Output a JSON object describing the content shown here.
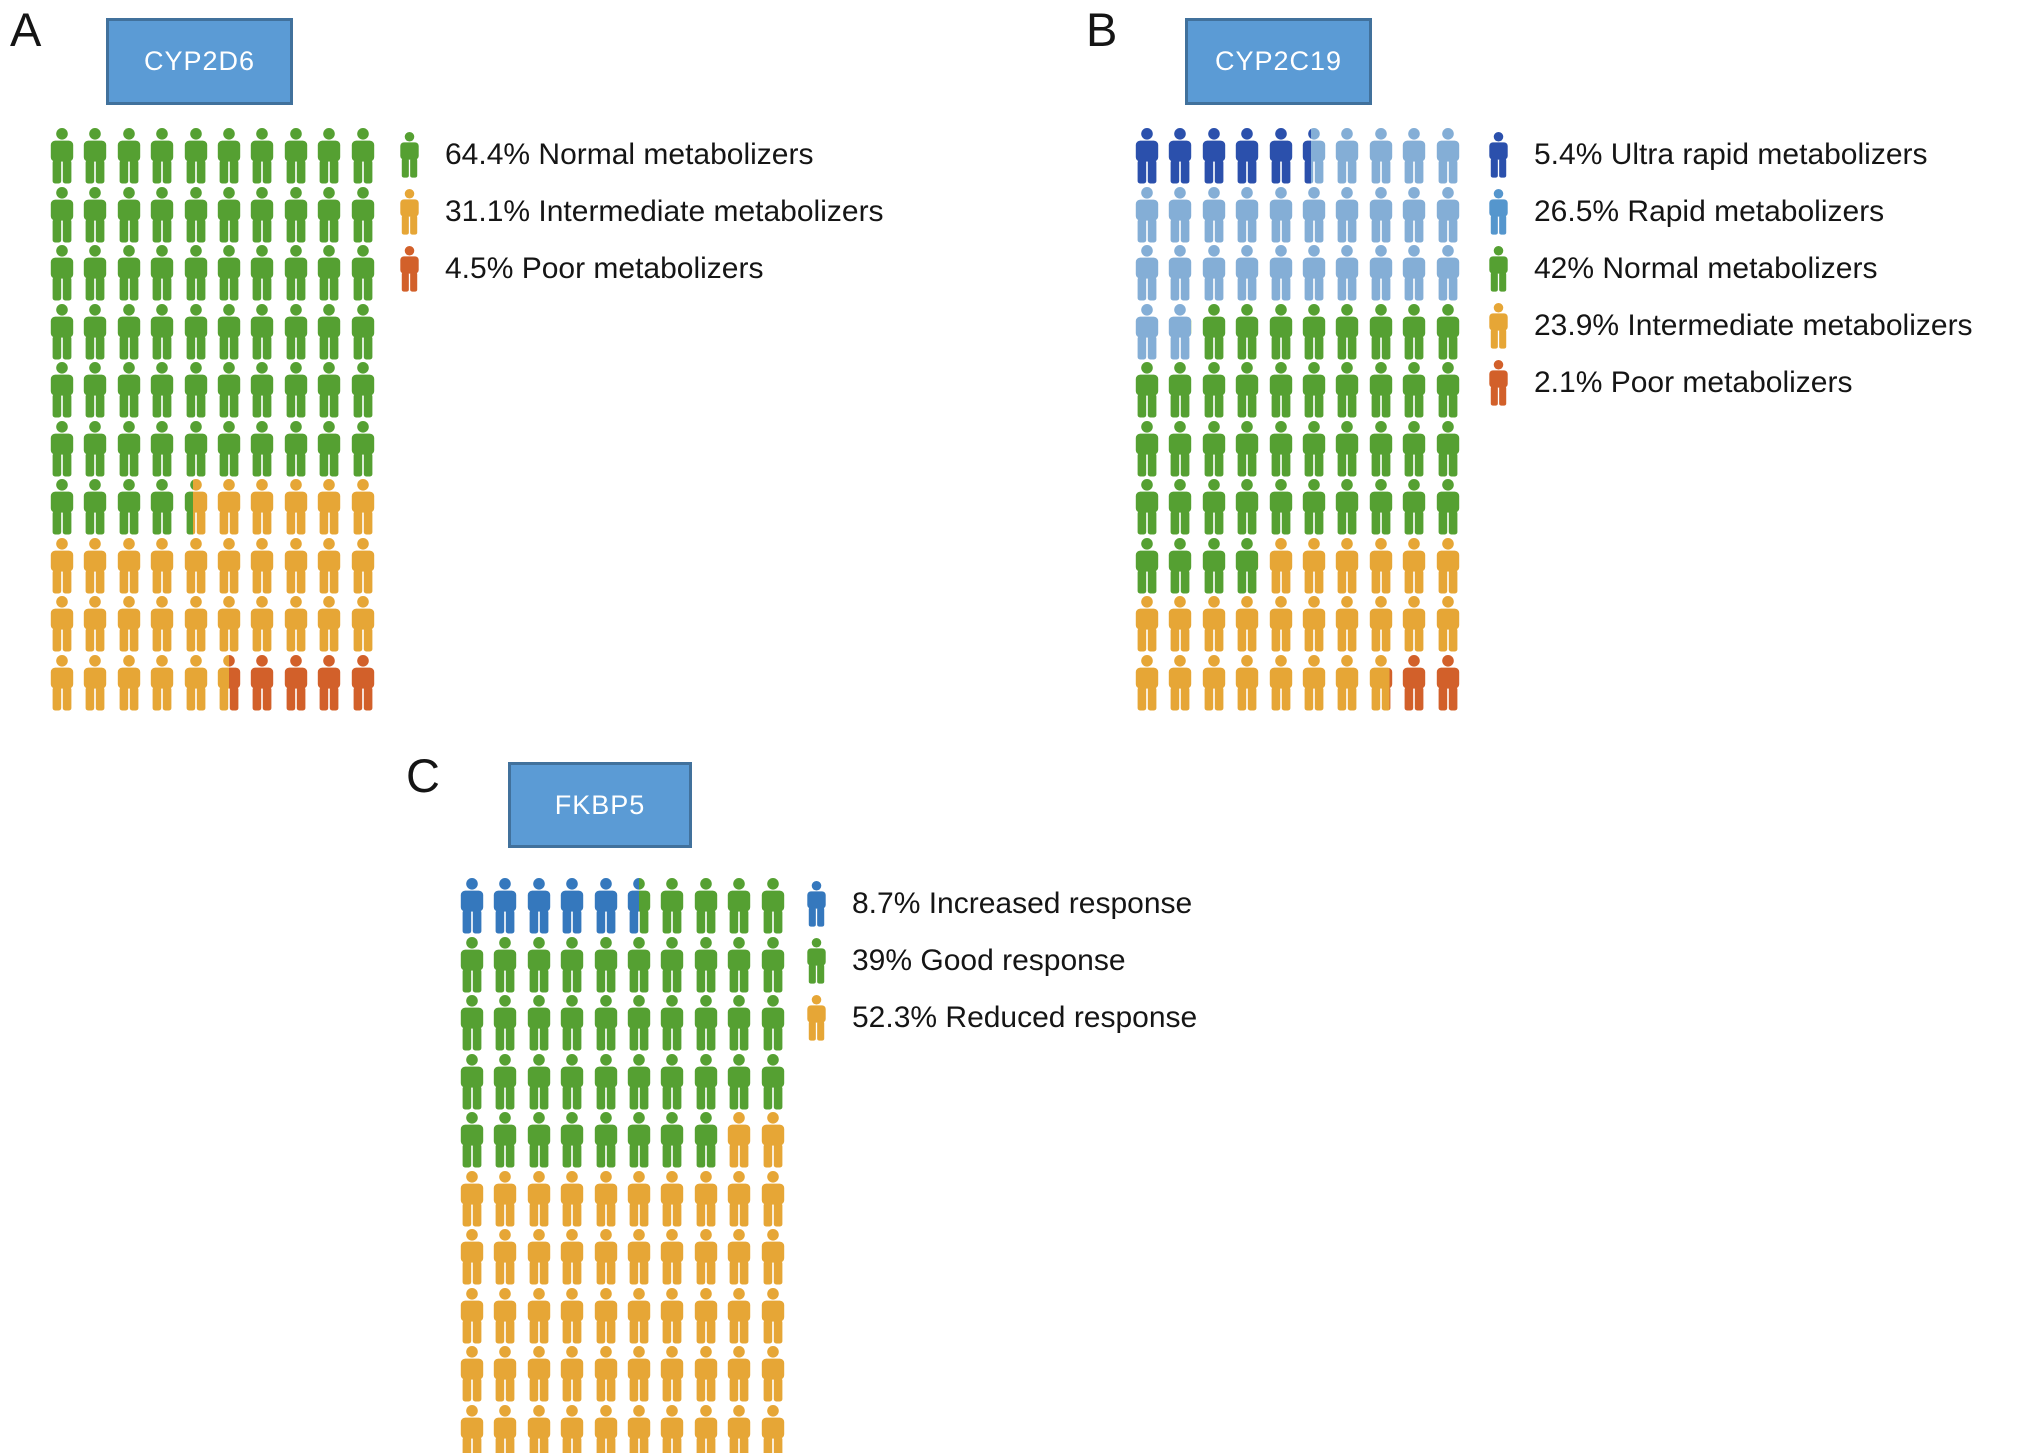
{
  "figure": {
    "background": "#ffffff",
    "text_color": "#151515",
    "gene_box_fill": "#5b9bd5",
    "gene_box_border": "#41719c",
    "gene_box_text_color": "#ffffff"
  },
  "chart_data": [
    {
      "type": "pictogram",
      "panel_label": "A",
      "title": "CYP2D6",
      "grid": {
        "columns": 10,
        "rows": 10,
        "total_icons": 100
      },
      "legend_position": "right",
      "segments": [
        {
          "category": "Normal metabolizers",
          "value": 64.4,
          "display": "64.4%",
          "color": "#55a032",
          "icons": 64.4
        },
        {
          "category": "Intermediate metabolizers",
          "value": 31.1,
          "display": "31.1%",
          "color": "#e6a636",
          "icons": 31.1
        },
        {
          "category": "Poor metabolizers",
          "value": 4.5,
          "display": "4.5%",
          "color": "#d2602a",
          "icons": 4.5
        }
      ]
    },
    {
      "type": "pictogram",
      "panel_label": "B",
      "title": "CYP2C19",
      "grid": {
        "columns": 10,
        "rows": 10,
        "total_icons": 100
      },
      "legend_position": "right",
      "segments": [
        {
          "category": "Ultra rapid metabolizers",
          "value": 5.4,
          "display": "5.4%",
          "color": "#2b50ac",
          "icons": 5.4
        },
        {
          "category": "Rapid metabolizers",
          "value": 26.5,
          "display": "26.5%",
          "color": "#84aed6",
          "legend_color": "#5596cd",
          "icons": 26.5
        },
        {
          "category": "Normal metabolizers",
          "value": 42,
          "display": "42%",
          "color": "#55a032",
          "icons": 42
        },
        {
          "category": "Intermediate metabolizers",
          "value": 23.9,
          "display": "23.9%",
          "color": "#e6a636",
          "icons": 23.9
        },
        {
          "category": "Poor metabolizers",
          "value": 2.1,
          "display": "2.1%",
          "color": "#d2602a",
          "icons": 2.1
        }
      ]
    },
    {
      "type": "pictogram",
      "panel_label": "C",
      "title": "FKBP5",
      "grid": {
        "columns": 10,
        "rows": 10,
        "total_icons": 100
      },
      "legend_position": "right",
      "segments": [
        {
          "category": "Increased response",
          "value": 8.7,
          "display": "8.7%",
          "color": "#3578bd",
          "icons": 5.5
        },
        {
          "category": "Good response",
          "value": 39,
          "display": "39%",
          "color": "#55a032",
          "icons": 42.5
        },
        {
          "category": "Reduced response",
          "value": 52.3,
          "display": "52.3%",
          "color": "#e6a636",
          "icons": 52
        }
      ]
    }
  ]
}
